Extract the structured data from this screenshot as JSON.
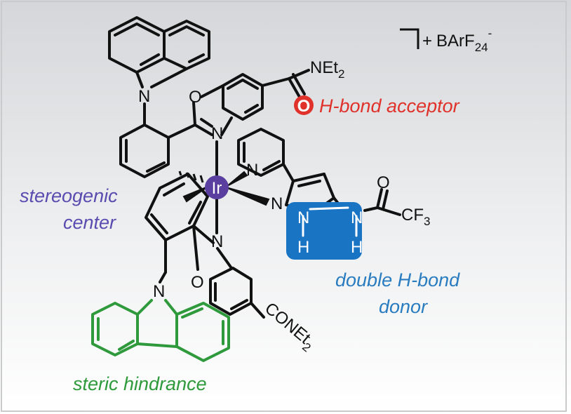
{
  "counterion": {
    "charge": "+",
    "anion": "BArF",
    "sub": "24",
    "sup": "-"
  },
  "metal": {
    "label": "Ir",
    "color": "#5a3fa0"
  },
  "atoms": {
    "n_carbazole_top": "N",
    "o_benzoxazole_top": "O",
    "n_benzoxazole_top": "N",
    "n_pyridine": "N",
    "n_pyrazole": "N",
    "n_amide_left": "N",
    "h_amide_left": "H",
    "n_amide_right": "N",
    "h_amide_right": "H",
    "o_trifluoroacetyl": "O",
    "n_benzoxazole_bottom": "N",
    "o_benzoxazole_bottom": "O",
    "n_carbazole_bottom": "N",
    "o_acceptor": "O"
  },
  "groups": {
    "net2_top": {
      "main": "NEt",
      "sub": "2"
    },
    "cf3": {
      "main": "CF",
      "sub": "3"
    },
    "conet2": {
      "main": "CONEt",
      "sub": "2"
    }
  },
  "annotations": {
    "acceptor": {
      "text": "H-bond acceptor",
      "color": "#e0322b"
    },
    "stereo": {
      "line1": "stereogenic",
      "line2": "center",
      "color": "#5a4bb0"
    },
    "donor": {
      "line1": "double H-bond",
      "line2": "donor",
      "color": "#2a7cc0"
    },
    "steric": {
      "text": "steric hindrance",
      "color": "#2e9a3c"
    }
  },
  "colors": {
    "background_top": "#d4d6d9",
    "background_bottom": "#ffffff",
    "bond": "#111111",
    "donor_box": "#1a74c4",
    "carbazole_highlight": "#2e9a3c"
  }
}
